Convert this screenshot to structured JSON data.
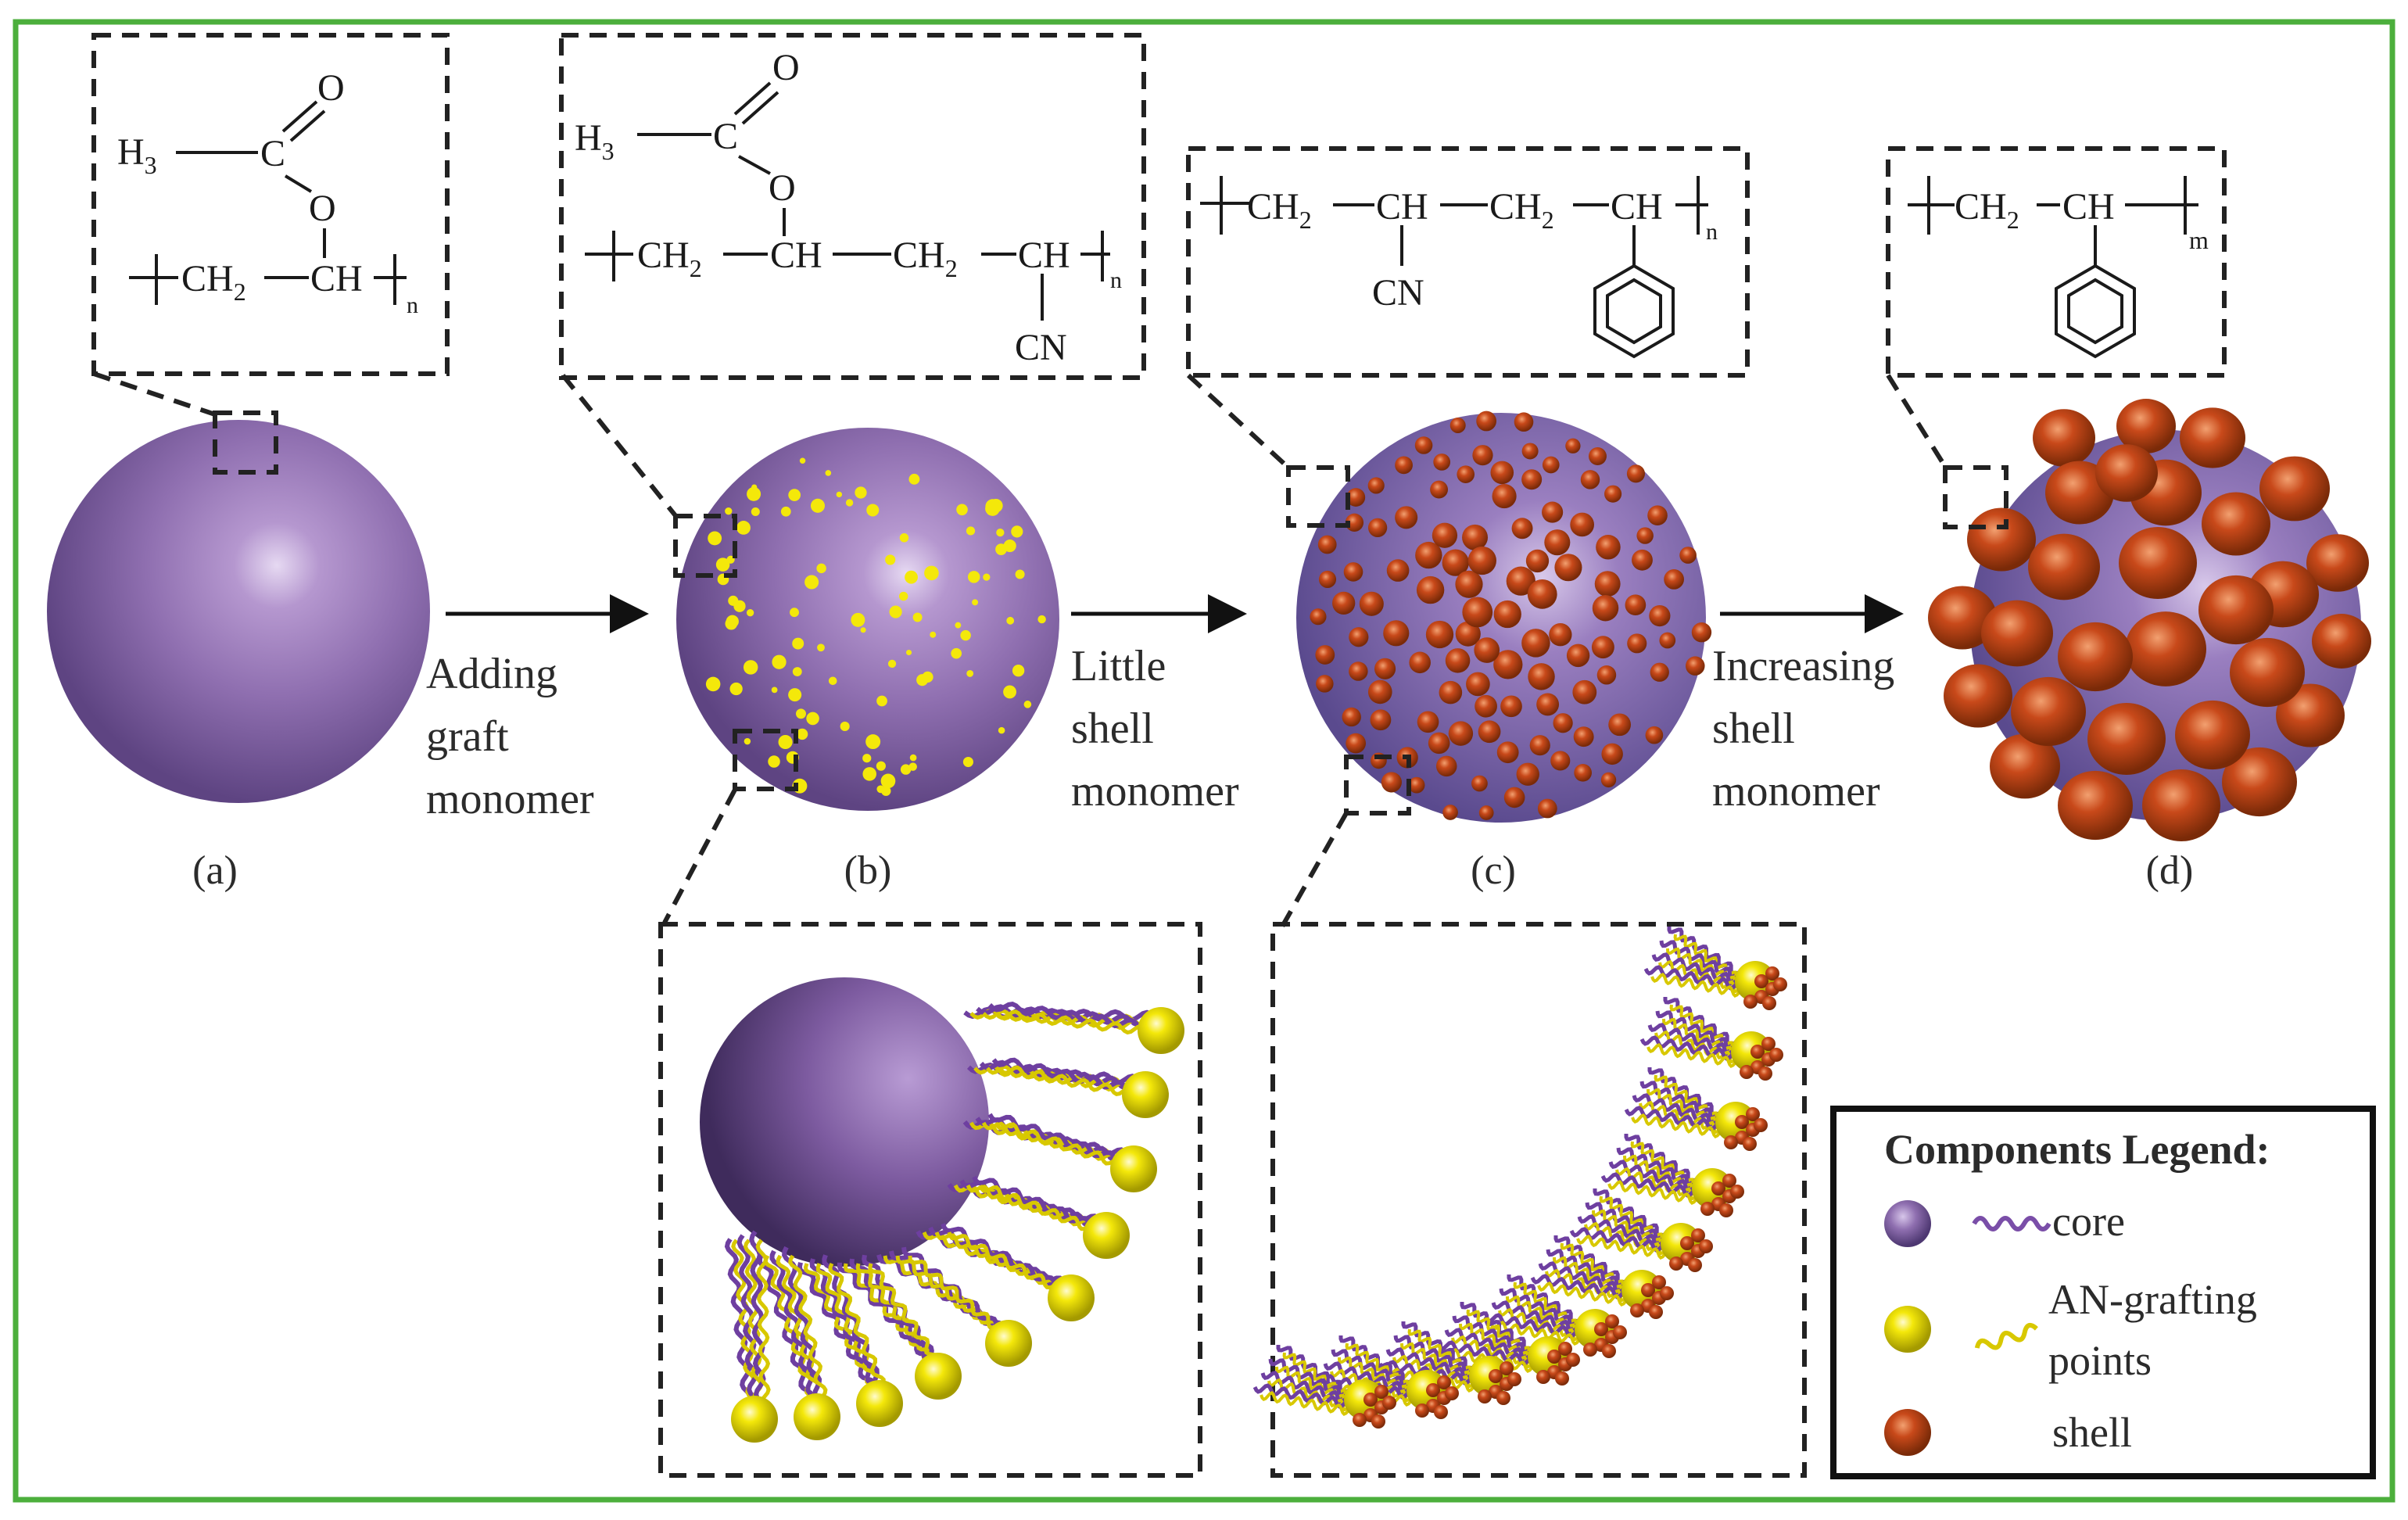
{
  "colors": {
    "frame": "#4caf3c",
    "core_purple": "#8f6fb0",
    "graft_yellow": "#f4e80a",
    "shell_red": "#c8491a",
    "text": "#2b2b2b"
  },
  "panels": {
    "a": "(a)",
    "b": "(b)",
    "c": "(c)",
    "d": "(d)"
  },
  "arrows": {
    "ab": {
      "line1": "Adding",
      "line2": "graft",
      "line3": "monomer"
    },
    "bc": {
      "line1": "Little",
      "line2": "shell",
      "line3": "monomer"
    },
    "cd": {
      "line1": "Increasing",
      "line2": "shell",
      "line3": "monomer"
    }
  },
  "formulas": {
    "a": {
      "methyl": "H",
      "sub3": "3",
      "c": "C",
      "o1": "O",
      "o2": "O",
      "chain1": "CH",
      "sub2": "2",
      "chain2": "CH",
      "n": "n"
    },
    "b": {
      "methyl": "H",
      "sub3": "3",
      "c": "C",
      "o1": "O",
      "o2": "O",
      "ch2a": "CH",
      "sub2a": "2",
      "cha": "CH",
      "ch2b": "CH",
      "sub2b": "2",
      "chb": "CH",
      "cn": "CN",
      "n": "n"
    },
    "c": {
      "ch2a": "CH",
      "sub2a": "2",
      "cha": "CH",
      "ch2b": "CH",
      "sub2b": "2",
      "chb": "CH",
      "cn": "CN",
      "n": "n"
    },
    "d": {
      "ch2": "CH",
      "sub2": "2",
      "ch": "CH",
      "m": "m"
    }
  },
  "legend": {
    "title": "Components Legend:",
    "core": "core",
    "graft1": "AN-grafting",
    "graft2": "points",
    "shell": "shell"
  }
}
